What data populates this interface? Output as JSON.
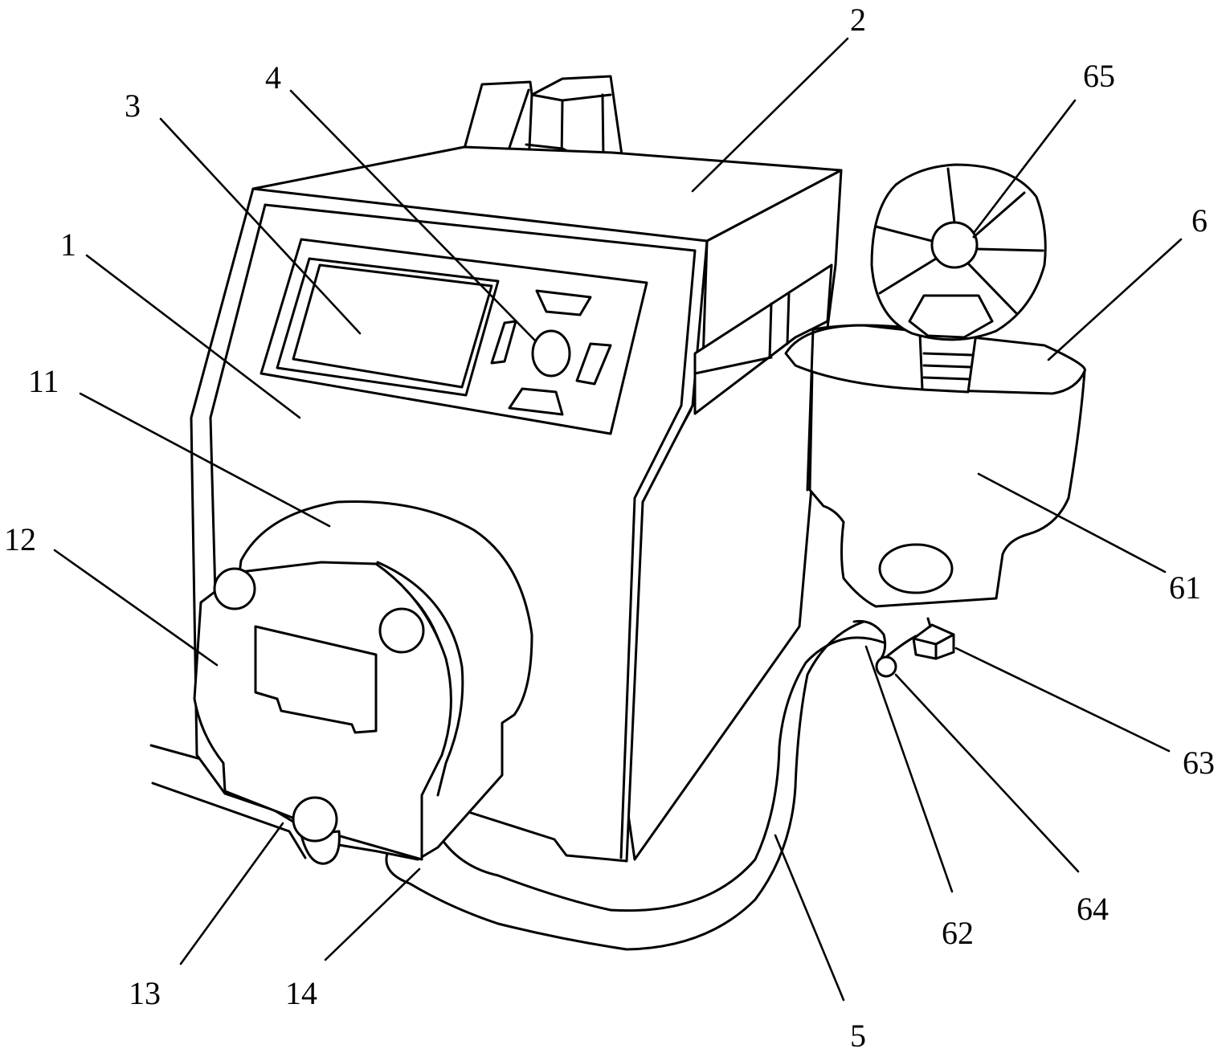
{
  "labels": {
    "l1": "1",
    "l2": "2",
    "l3": "3",
    "l4": "4",
    "l5": "5",
    "l6": "6",
    "l11": "11",
    "l12": "12",
    "l13": "13",
    "l14": "14",
    "l61": "61",
    "l62": "62",
    "l63": "63",
    "l64": "64",
    "l65": "65"
  }
}
